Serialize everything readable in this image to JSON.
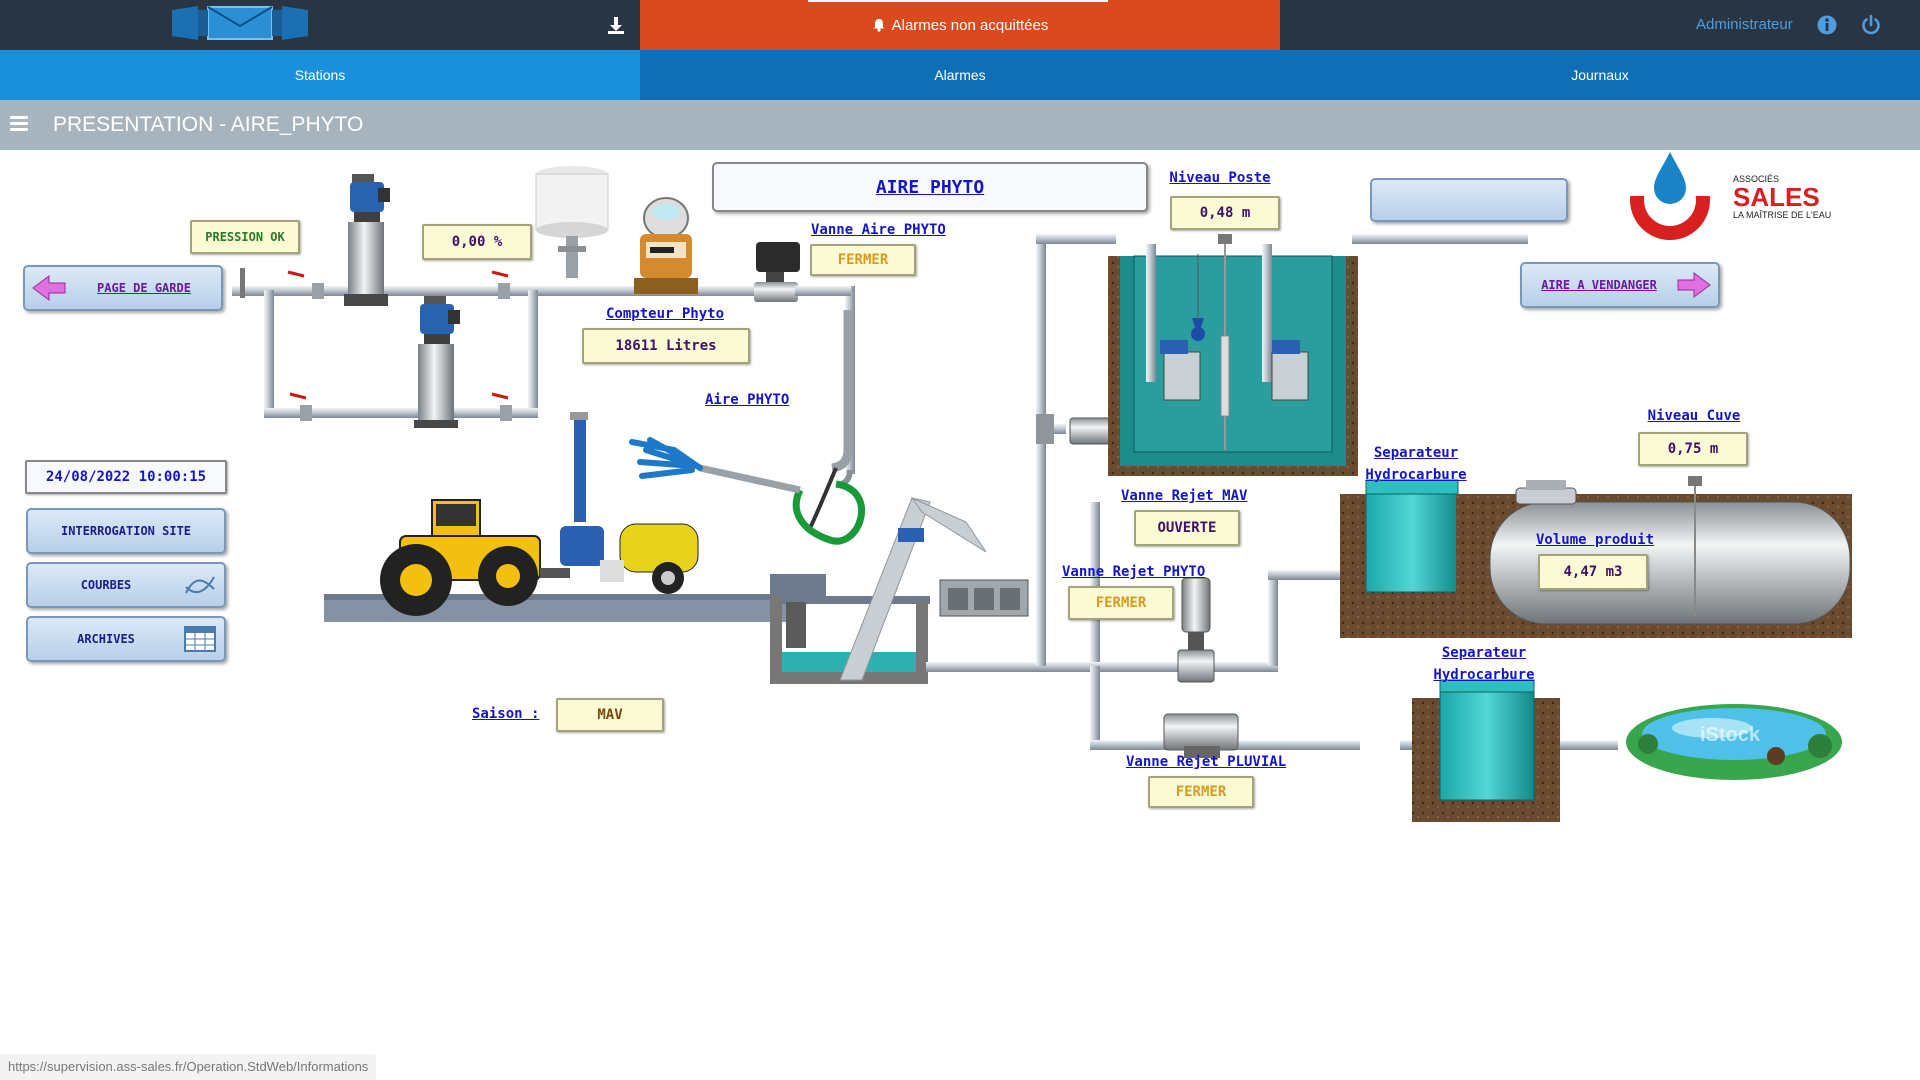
{
  "topbar": {
    "alarm_text": "Alarmes non acquittées",
    "user": "Administrateur",
    "icons": [
      "download-icon",
      "bell-icon",
      "info-icon",
      "power-icon"
    ]
  },
  "nav": {
    "tabs": [
      "Stations",
      "Alarmes",
      "Journaux"
    ],
    "active": "Stations"
  },
  "title": "PRESENTATION - AIRE_PHYTO",
  "synoptic": {
    "header": "AIRE PHYTO",
    "pression": "PRESSION OK",
    "pourcentage": "0,00 %",
    "page_de_garde": "PAGE DE GARDE",
    "aire_a_vendanger": "AIRE A VENDANGER",
    "compteur": {
      "label": "Compteur Phyto",
      "value": "18611 Litres"
    },
    "vanne_aire_phyto": {
      "label": "Vanne Aire PHYTO",
      "state": "FERMER"
    },
    "aire_phyto_label": "Aire PHYTO",
    "niveau_poste": {
      "label": "Niveau Poste",
      "value": "0,48 m"
    },
    "niveau_cuve": {
      "label": "Niveau Cuve",
      "value": "0,75 m"
    },
    "vanne_rejet_mav": {
      "label": "Vanne Rejet MAV",
      "state": "OUVERTE"
    },
    "vanne_rejet_phyto": {
      "label": "Vanne Rejet PHYTO",
      "state": "FERMER"
    },
    "vanne_rejet_pluvial": {
      "label": "Vanne Rejet PLUVIAL",
      "state": "FERMER"
    },
    "separateur_1": [
      "Separateur",
      "Hydrocarbure"
    ],
    "separateur_2": [
      "Separateur",
      "Hydrocarbure"
    ],
    "volume_produit": {
      "label": "Volume produit",
      "value": "4,47 m3"
    },
    "datetime": "24/08/2022 10:00:15",
    "buttons": {
      "interrogation": "INTERROGATION SITE",
      "courbes": "COURBES",
      "archives": "ARCHIVES"
    },
    "saison": {
      "label": "Saison :",
      "value": "MAV"
    },
    "logo": {
      "small": "ASSOCIÉS",
      "brand": "SALES",
      "tagline": "LA MAÎTRISE DE L'EAU"
    },
    "watermark": "iStock"
  },
  "status_url": "https://supervision.ass-sales.fr/Operation.StdWeb/Informations",
  "colors": {
    "topbar": "#293542",
    "alarm": "#d94a1e",
    "nav": "#0f6fb6",
    "nav_active": "#1a8fdc",
    "titlebar": "#a8b4bd"
  }
}
